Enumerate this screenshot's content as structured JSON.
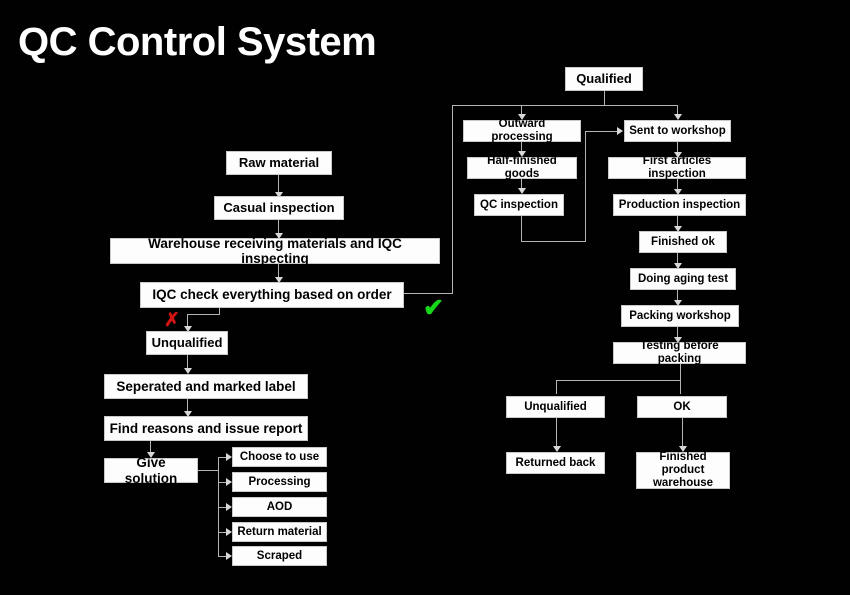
{
  "page": {
    "title": "QC Control System",
    "background_color": "#000000",
    "node_fill": "#fdfdfd",
    "node_text_color": "#000000",
    "connector_color": "#b4b4b4"
  },
  "marks": {
    "reject": {
      "glyph": "✗",
      "name": "red-x-mark",
      "color": "#d41313"
    },
    "accept": {
      "glyph": "✔",
      "name": "green-check-mark",
      "color": "#16d81a"
    }
  },
  "chart_data": {
    "type": "diagram",
    "title": "QC Control System",
    "nodes": [
      {
        "id": "raw_material",
        "label": "Raw material"
      },
      {
        "id": "casual_inspection",
        "label": "Casual inspection"
      },
      {
        "id": "warehouse_receiving",
        "label": "Warehouse receiving materials and IQC inspecting"
      },
      {
        "id": "iqc_check",
        "label": "IQC check everything based on order"
      },
      {
        "id": "unqualified_left",
        "label": "Unqualified"
      },
      {
        "id": "seperated_marked",
        "label": "Seperated and marked label"
      },
      {
        "id": "find_reasons",
        "label": "Find reasons and issue report"
      },
      {
        "id": "give_solution",
        "label": "Give solution"
      },
      {
        "id": "choose_to_use",
        "label": "Choose to use"
      },
      {
        "id": "processing",
        "label": "Processing"
      },
      {
        "id": "aod",
        "label": "AOD"
      },
      {
        "id": "return_material",
        "label": "Return material"
      },
      {
        "id": "scraped",
        "label": "Scraped"
      },
      {
        "id": "qualified",
        "label": "Qualified"
      },
      {
        "id": "outward_processing",
        "label": "Outward processing"
      },
      {
        "id": "half_finished_goods",
        "label": "Half-finished goods"
      },
      {
        "id": "qc_inspection",
        "label": "QC inspection"
      },
      {
        "id": "sent_to_workshop",
        "label": "Sent to workshop"
      },
      {
        "id": "first_articles_inspection",
        "label": "First articles inspection"
      },
      {
        "id": "production_inspection",
        "label": "Production inspection"
      },
      {
        "id": "finished_ok",
        "label": "Finished ok"
      },
      {
        "id": "doing_aging_test",
        "label": "Doing aging test"
      },
      {
        "id": "packing_workshop",
        "label": "Packing workshop"
      },
      {
        "id": "testing_before_packing",
        "label": "Testing before packing"
      },
      {
        "id": "unqualified_right",
        "label": "Unqualified"
      },
      {
        "id": "ok",
        "label": "OK"
      },
      {
        "id": "returned_back",
        "label": "Returned back"
      },
      {
        "id": "finished_product_warehouse",
        "label": "Finished product warehouse"
      }
    ],
    "edges": [
      {
        "from": "raw_material",
        "to": "casual_inspection"
      },
      {
        "from": "casual_inspection",
        "to": "warehouse_receiving"
      },
      {
        "from": "warehouse_receiving",
        "to": "iqc_check"
      },
      {
        "from": "iqc_check",
        "to": "unqualified_left",
        "label": "✗"
      },
      {
        "from": "iqc_check",
        "to": "qualified",
        "label": "✔"
      },
      {
        "from": "unqualified_left",
        "to": "seperated_marked"
      },
      {
        "from": "seperated_marked",
        "to": "find_reasons"
      },
      {
        "from": "find_reasons",
        "to": "give_solution"
      },
      {
        "from": "give_solution",
        "to": "choose_to_use"
      },
      {
        "from": "give_solution",
        "to": "processing"
      },
      {
        "from": "give_solution",
        "to": "aod"
      },
      {
        "from": "give_solution",
        "to": "return_material"
      },
      {
        "from": "give_solution",
        "to": "scraped"
      },
      {
        "from": "qualified",
        "to": "outward_processing"
      },
      {
        "from": "qualified",
        "to": "sent_to_workshop"
      },
      {
        "from": "outward_processing",
        "to": "half_finished_goods"
      },
      {
        "from": "half_finished_goods",
        "to": "qc_inspection"
      },
      {
        "from": "qc_inspection",
        "to": "sent_to_workshop"
      },
      {
        "from": "sent_to_workshop",
        "to": "first_articles_inspection"
      },
      {
        "from": "first_articles_inspection",
        "to": "production_inspection"
      },
      {
        "from": "production_inspection",
        "to": "finished_ok"
      },
      {
        "from": "finished_ok",
        "to": "doing_aging_test"
      },
      {
        "from": "doing_aging_test",
        "to": "packing_workshop"
      },
      {
        "from": "packing_workshop",
        "to": "testing_before_packing"
      },
      {
        "from": "testing_before_packing",
        "to": "unqualified_right"
      },
      {
        "from": "testing_before_packing",
        "to": "ok"
      },
      {
        "from": "unqualified_right",
        "to": "returned_back"
      },
      {
        "from": "ok",
        "to": "finished_product_warehouse"
      }
    ]
  }
}
